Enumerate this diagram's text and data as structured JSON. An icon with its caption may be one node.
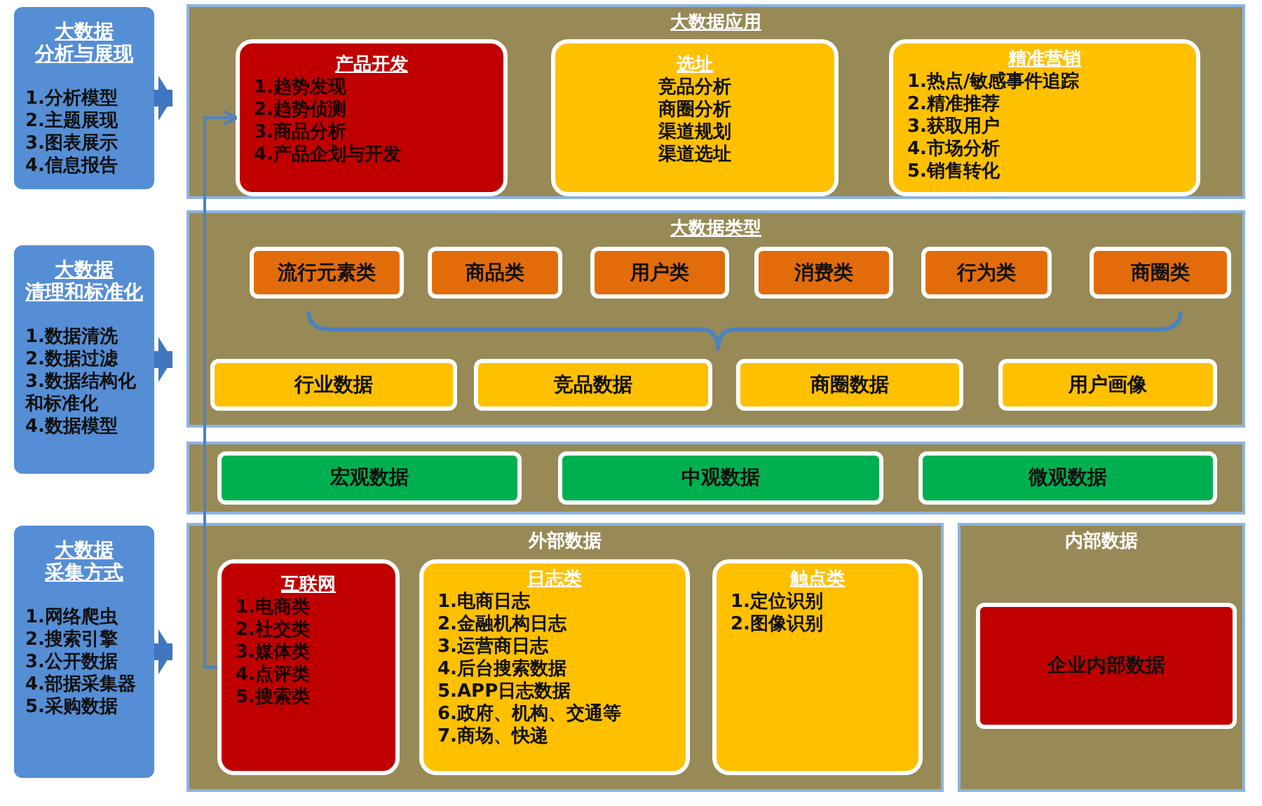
{
  "diagram": {
    "nodes": [
      {
        "text": [
          "大数据",
          "分析与展现",
          "1.分析模型",
          "2.主题展现",
          "3.图表展示",
          "4.信息报告"
        ]
      },
      {
        "text": [
          "大数据应用"
        ]
      },
      {
        "text": [
          "产品开发",
          "1.趋势发现",
          "2.趋势侦测",
          "3.商品分析",
          "4.产品企划与开发"
        ],
        "in": 1
      },
      {
        "text": [
          "选址",
          "竞品分析",
          "商圈分析",
          "渠道规划",
          "渠道选址"
        ],
        "in": 1
      },
      {
        "text": [
          "精准营销",
          "1.热点/敏感事件追踪",
          "2.精准推荐",
          "3.获取用户",
          "4.市场分析",
          "5.销售转化"
        ],
        "in": 1
      },
      {
        "text": [
          "大数据",
          "清理和标准化",
          "1.数据清洗",
          "2.数据过滤",
          "3.数据结构化和标准化",
          "4.数据模型"
        ]
      },
      {
        "text": [
          "大数据类型"
        ]
      },
      {
        "text": [
          "流行元素类"
        ],
        "in": 6
      },
      {
        "text": [
          "商品类"
        ],
        "in": 6
      },
      {
        "text": [
          "用户类"
        ],
        "in": 6
      },
      {
        "text": [
          "消费类"
        ],
        "in": 6
      },
      {
        "text": [
          "行为类"
        ],
        "in": 6
      },
      {
        "text": [
          "商圈类"
        ],
        "in": 6
      },
      {
        "text": [
          "行业数据"
        ],
        "in": 6
      },
      {
        "text": [
          "竞品数据"
        ],
        "in": 6
      },
      {
        "text": [
          "商圈数据"
        ],
        "in": 6
      },
      {
        "text": [
          "用户画像"
        ],
        "in": 6
      },
      {
        "text": [],
        "shape": "box"
      },
      {
        "text": [
          "宏观数据"
        ],
        "in": 17
      },
      {
        "text": [
          "中观数据"
        ],
        "in": 17
      },
      {
        "text": [
          "微观数据"
        ],
        "in": 17
      },
      {
        "text": [
          "大数据",
          "采集方式",
          "1.网络爬虫",
          "2.搜索引擎",
          "3.公开数据",
          "4.部据采集器",
          "5.采购数据"
        ]
      },
      {
        "text": [
          "外部数据"
        ]
      },
      {
        "text": [
          "互联网",
          "1.电商类",
          "2.社交类",
          "3.媒体类",
          "4.点评类",
          "5.搜索类"
        ],
        "in": 22
      },
      {
        "text": [
          "日志类",
          "1.电商日志",
          "2.金融机构日志",
          "3.运营商日志",
          "4.后台搜索数据",
          "5.APP日志数据",
          "6.政府、机构、交通等",
          "7.商场、快递"
        ],
        "in": 22
      },
      {
        "text": [
          "触点类",
          "1.定位识别",
          "2.图像识别"
        ],
        "in": 22
      },
      {
        "text": [
          "内部数据"
        ]
      },
      {
        "text": [
          "企业内部数据"
        ],
        "in": 26
      }
    ],
    "edges": [
      {
        "from": 0,
        "to": 1,
        "arrow": "to"
      },
      {
        "from": 5,
        "to": 6,
        "arrow": "to"
      },
      {
        "from": 21,
        "to": 22,
        "arrow": "to"
      },
      {
        "from": 23,
        "to": 2,
        "arrow": "to"
      }
    ]
  }
}
